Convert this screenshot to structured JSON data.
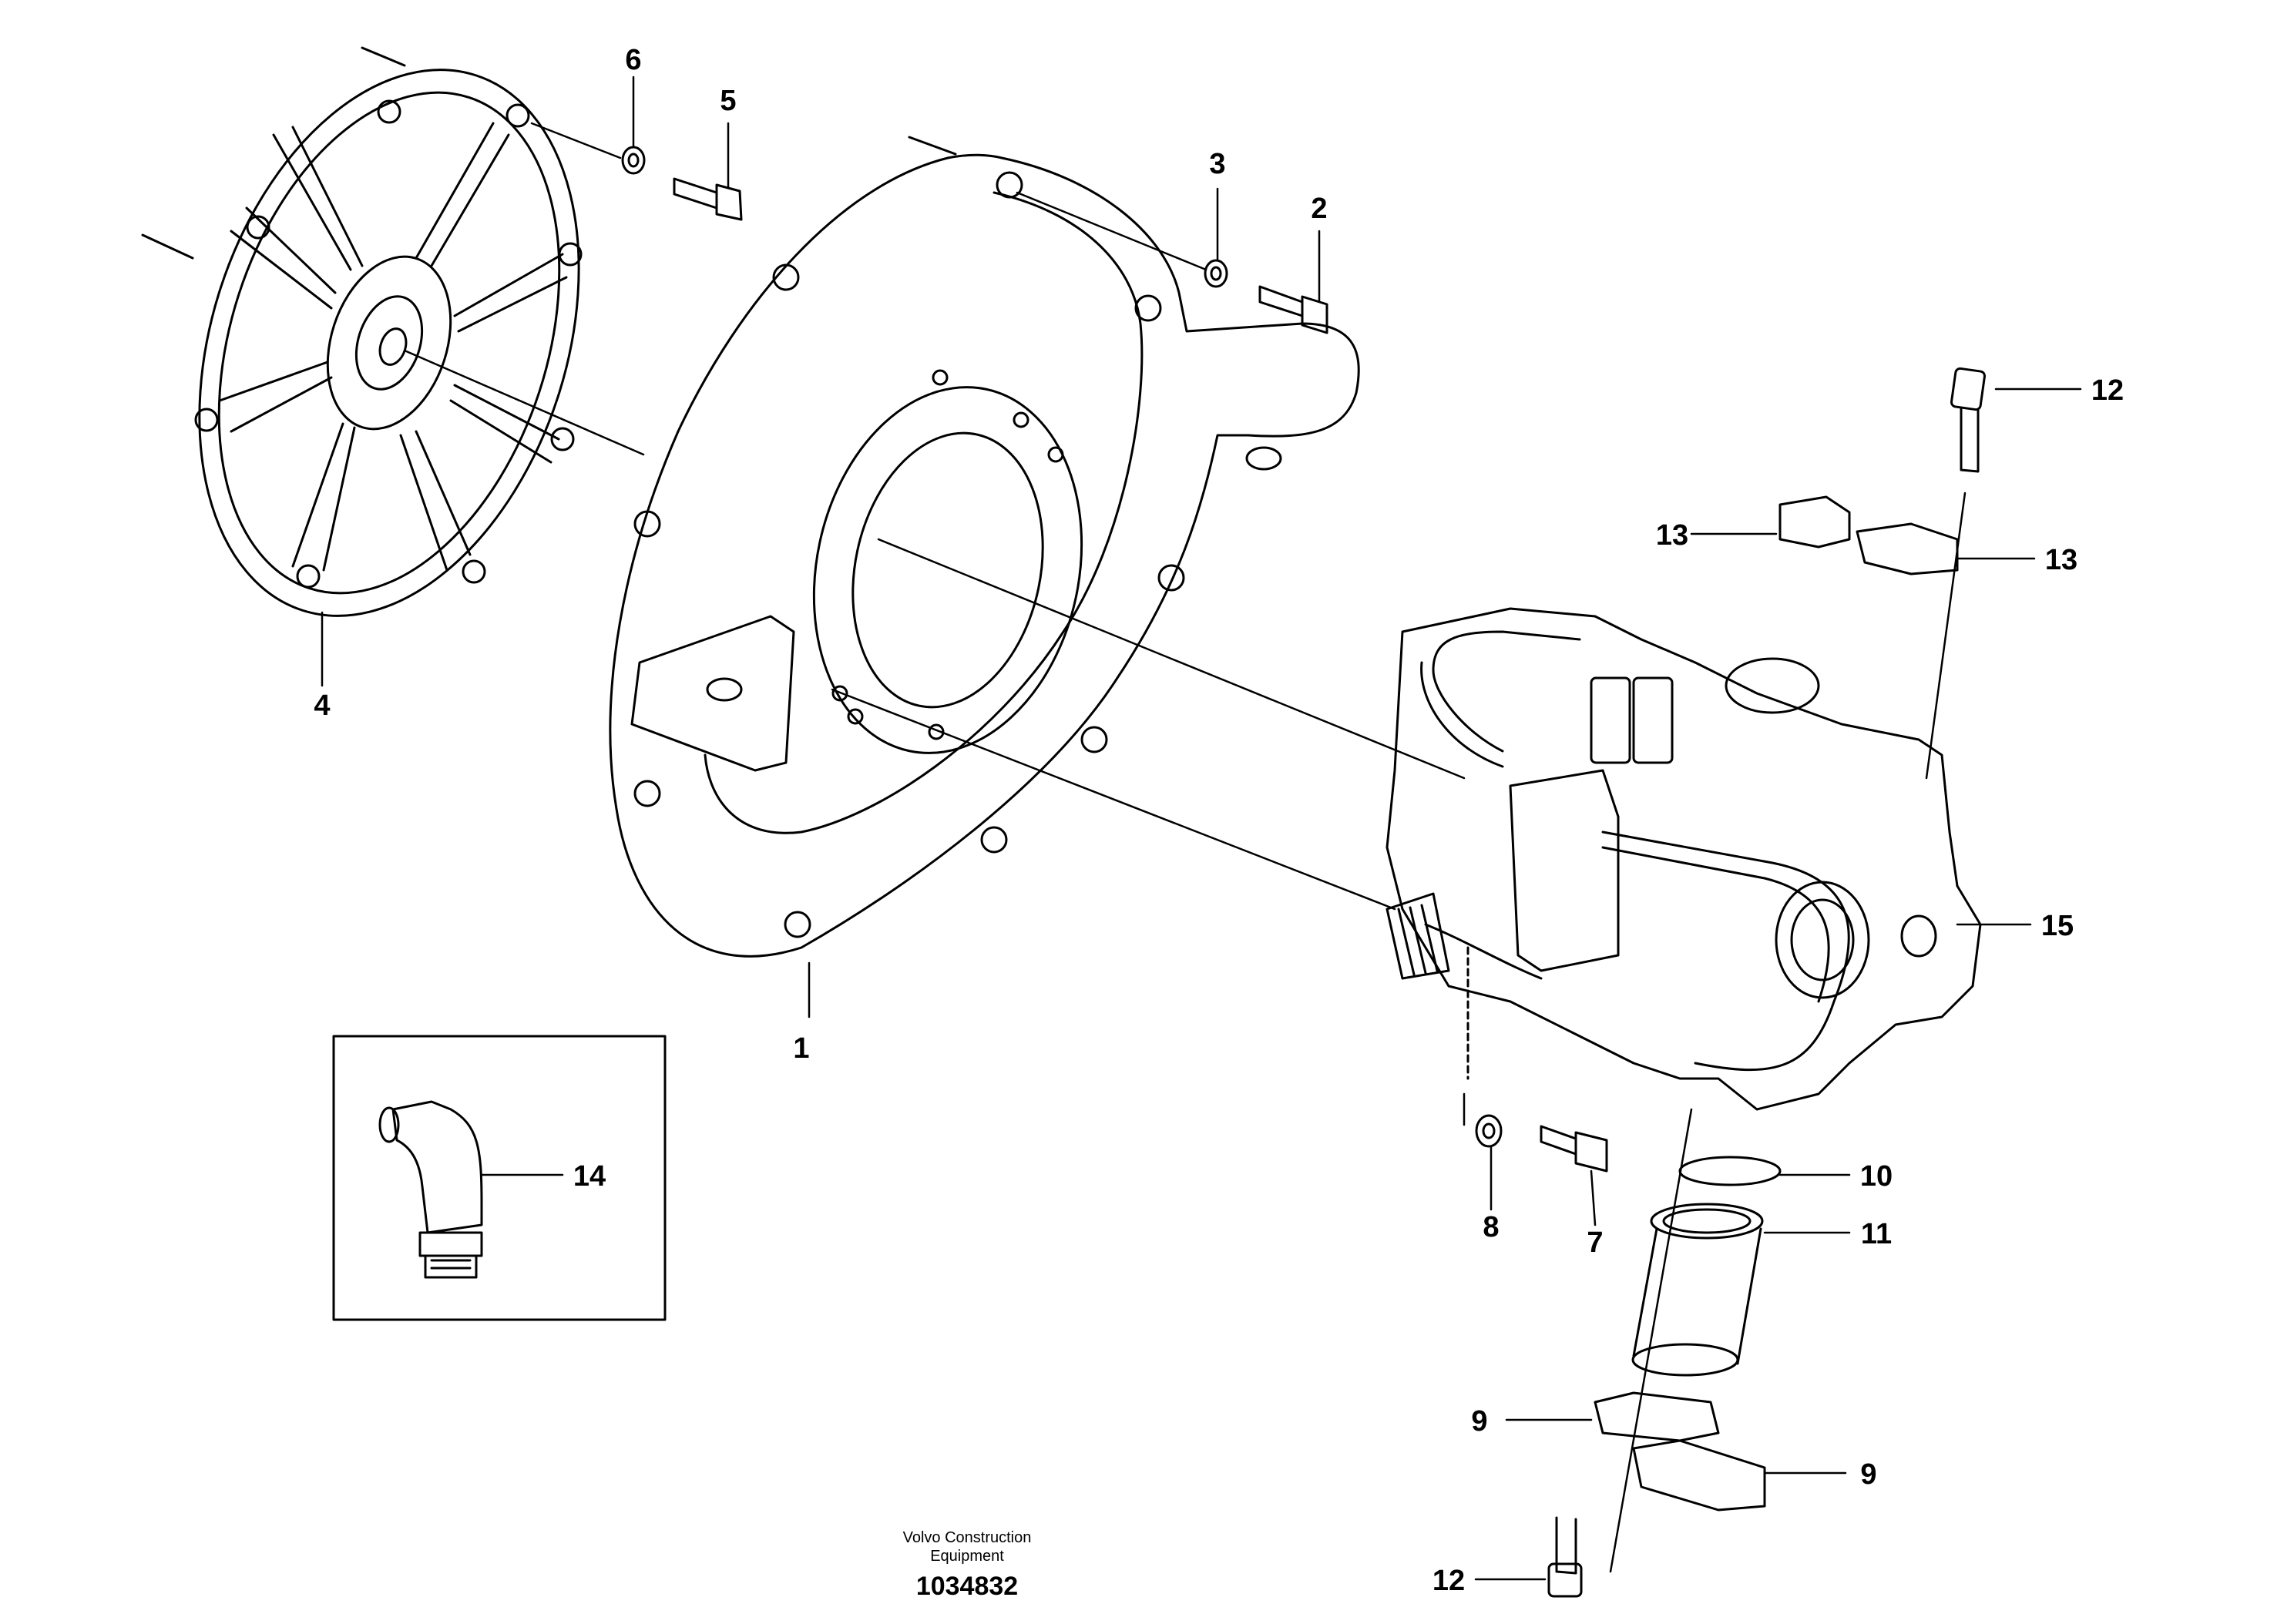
{
  "diagram": {
    "callouts": {
      "c1": "1",
      "c2": "2",
      "c3": "3",
      "c4": "4",
      "c5": "5",
      "c6": "6",
      "c7": "7",
      "c8": "8",
      "c9a": "9",
      "c9b": "9",
      "c10": "10",
      "c11": "11",
      "c12a": "12",
      "c12b": "12",
      "c13a": "13",
      "c13b": "13",
      "c14": "14",
      "c15": "15"
    },
    "caption": {
      "line1": "Volvo Construction",
      "line2": "Equipment",
      "number": "1034832"
    }
  }
}
